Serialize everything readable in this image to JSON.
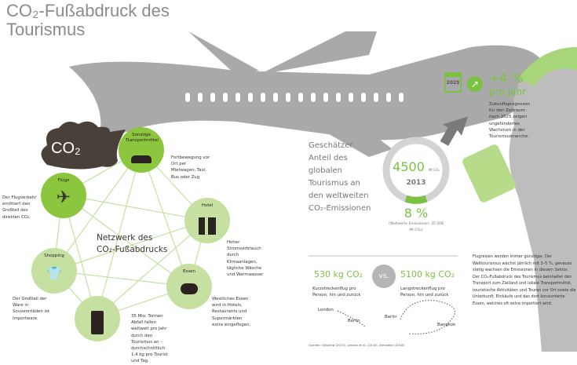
{
  "title": {
    "line1": "CO₂-Fußabdruck des",
    "line2": "Tourismus"
  },
  "cloud": {
    "label": "CO₂"
  },
  "network": {
    "title_line1": "Netzwerk des",
    "title_line2": "CO₂-Fußabdrucks",
    "nodes": [
      {
        "label": "Flüge",
        "desc": "Der Flugverkehr emittiert den Großteil des direkten CO₂."
      },
      {
        "label": "Sonstige Transportmittel",
        "desc": "Fortbewegung vor Ort per Mietwagen, Taxi, Bus oder Zug"
      },
      {
        "label": "Hotel",
        "desc": "Hoher Stromverbrauch durch Klimaanlagen, tägliche Wäsche und Warmwasser"
      },
      {
        "label": "Shopping",
        "desc": "Der Großteil der Ware in Souvenirläden ist Importware."
      },
      {
        "label": "Essen",
        "desc": "Westliches Essen wird in Hotels, Restaurants und Supermärkten extra eingeflogen."
      },
      {
        "label": "",
        "desc": "35 Mio. Tonnen Abfall fallen weltweit pro Jahr durch den Tourismus an – durchschnittlich 1,4 kg pro Tourist und Tag."
      }
    ]
  },
  "share": {
    "heading": "Geschätzer Anteil des globalen Tourismus an den weltweiten CO₂-Emissionen",
    "value": "4500",
    "unit": "Mt CO₂",
    "year": "2013",
    "percent": "8 %",
    "percent_value": 8,
    "note": "(Weltweite Emissionen: 35 208 Mt CO₂)"
  },
  "forecast": {
    "calendar": "2025",
    "growth": "+4 %",
    "period": "pro Jahr",
    "desc": "Zukunftsprognosen für den Zeitraum nach 2025 zeigen ungehindertes Wachstum in der Tourismusbranche."
  },
  "compare": {
    "left_value": "530 kg CO₂",
    "left_desc": "Kurzstreckenflug pro Person, hin und zurück",
    "vs": "vs.",
    "right_value": "5100 kg CO₂",
    "right_desc": "Langstreckenflug pro Person, hin und zurück",
    "city_london": "London",
    "city_berlin1": "Berlin",
    "city_berlin2": "Berlin",
    "city_bangkok": "Bangkok"
  },
  "body_text": "Flugreisen werden immer günstiger. Der Welttourismus wächst jährlich mit 3–5 %, genauso stetig wachsen die Emissionen in diesem Sektor. Der CO₂-Fußabdruck des Tourismus beinhaltet den Transport zum Zielland und lokale Transportmittel, touristische Aktivitäten und Touren vor Ort sowie die Unterkunft, Einkäufe und das dort konsumierte Essen, welches oft extra importiert wird.",
  "sources": "Quellen: Gössling (2013), Lenzen et al. (2018), atmosfair (2018)",
  "colors": {
    "green": "#8cc63f",
    "lightgreen": "#c5e0a0",
    "grey": "#a9a9a9",
    "dark": "#3a3430"
  }
}
